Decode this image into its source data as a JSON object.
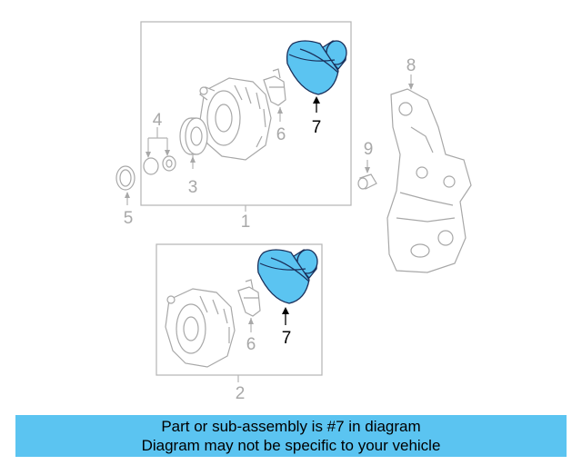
{
  "labels": {
    "l1": "1",
    "l2": "2",
    "l3": "3",
    "l4": "4",
    "l5": "5",
    "l6a": "6",
    "l6b": "6",
    "l7a": "7",
    "l7b": "7",
    "l8": "8",
    "l9": "9"
  },
  "banner": {
    "line1": "Part or sub-assembly is #7 in diagram",
    "line2": "Diagram may not be specific to your vehicle"
  },
  "colors": {
    "highlight": "#5bc4f1",
    "part_outline": "#a8a8a8",
    "box": "#b4b4b4"
  }
}
